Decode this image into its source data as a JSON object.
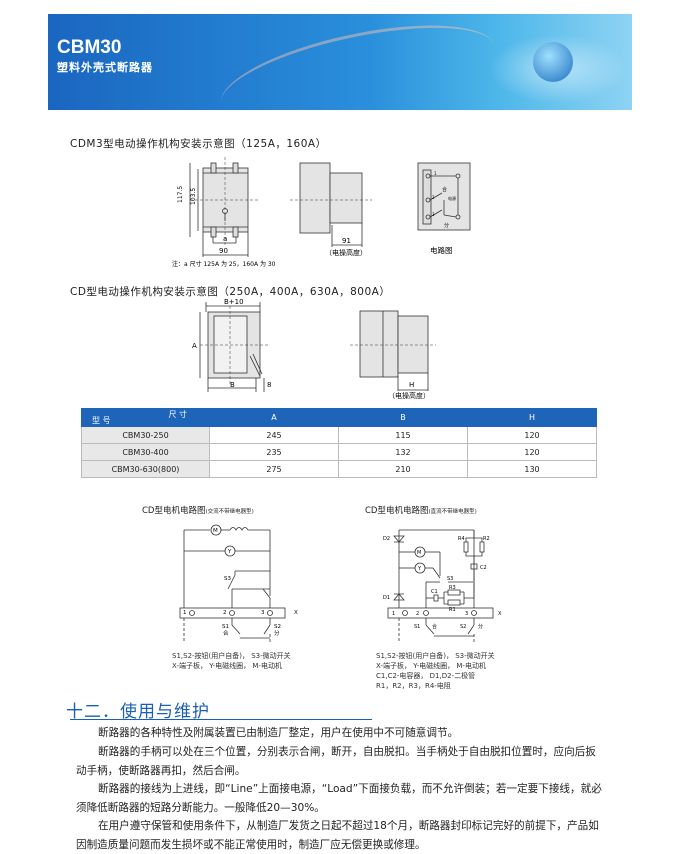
{
  "banner": {
    "title": "CBM30",
    "subtitle": "塑料外壳式断路器"
  },
  "section1": {
    "title": "CDM3型电动操作机构安装示意图（125A，160A）",
    "dim_117": "117.5",
    "dim_103": "103.5",
    "dim_a": "a",
    "dim_90": "90",
    "note": "注：a 尺寸 125A 为 25，160A 为 30",
    "dim_91": "91",
    "height_label": "（电操高度）",
    "circuit_caption": "电路图",
    "circuit_labels": {
      "t1": "1",
      "t2": "2",
      "t3": "3",
      "close": "合",
      "open": "分",
      "power": "电源"
    }
  },
  "section2": {
    "title": "CD型电动操作机构安装示意图（250A，400A，630A，800A）",
    "dim_b10": "B+10",
    "dim_a": "A",
    "dim_b": "B",
    "dim_8": "8",
    "dim_h": "H",
    "height_label": "（电操高度）"
  },
  "table": {
    "corner_top": "尺 寸",
    "corner_bottom": "型 号",
    "columns": [
      "A",
      "B",
      "H"
    ],
    "rows": [
      {
        "model": "CBM30-250",
        "A": "245",
        "B": "115",
        "H": "120"
      },
      {
        "model": "CBM30-400",
        "A": "235",
        "B": "132",
        "H": "120"
      },
      {
        "model": "CBM30-630(800)",
        "A": "275",
        "B": "210",
        "H": "130"
      }
    ]
  },
  "circuit_ac": {
    "title": "CD型电机电路图",
    "title_note": "(交流不带继电器型)",
    "labels": {
      "m": "M",
      "y": "Y",
      "s3": "S3",
      "t1": "1",
      "t2": "2",
      "t3": "3",
      "x": "X",
      "s1": "S1",
      "s2": "S2",
      "close": "合",
      "open": "分"
    },
    "legend": [
      "S1,S2-按钮(用户自备)，  S3-微动开关",
      "X-端子板，  Y-电磁线圈，    M-电动机"
    ]
  },
  "circuit_dc": {
    "title": "CD型电机电路图",
    "title_note": "(直流不带继电器型)",
    "labels": {
      "d1": "D1",
      "d2": "D2",
      "m": "M",
      "y": "Y",
      "s3": "S3",
      "r1": "R1",
      "r2": "R2",
      "r3": "R3",
      "r4": "R4",
      "c1": "C1",
      "c2": "C2",
      "t1": "1",
      "t2": "2",
      "t3": "3",
      "x": "X",
      "s1": "S1",
      "s2": "S2",
      "close": "合",
      "open": "分"
    },
    "legend": [
      "S1,S2-按钮(用户自备)，  S3-微动开关",
      "X-端子板，  Y-电磁线圈，     M-电动机",
      "C1,C2-电容器，          D1,D2-二极管",
      "R1，R2，R3，R4-电阻"
    ]
  },
  "maintenance": {
    "heading": "十二．使用与维护",
    "paragraphs": [
      "断路器的各种特性及附属装置已由制造厂整定，用户在使用中不可随意调节。",
      "断路器的手柄可以处在三个位置，分别表示合闸，断开，自由脱扣。当手柄处于自由脱扣位置时，应向后扳动手柄，使断路器再扣，然后合闸。",
      "断路器的接线为上进线，即“Line”上面接电源，“Load”下面接负载，而不允许倒装；若一定要下接线，就必须降低断路器的短路分断能力。一般降低20—30%。",
      "在用户遵守保管和使用条件下，从制造厂发货之日起不超过18个月，断路器封印标记完好的前提下，产品如因制造质量问题而发生损坏或不能正常使用时，制造厂应无偿更换或修理。"
    ]
  }
}
